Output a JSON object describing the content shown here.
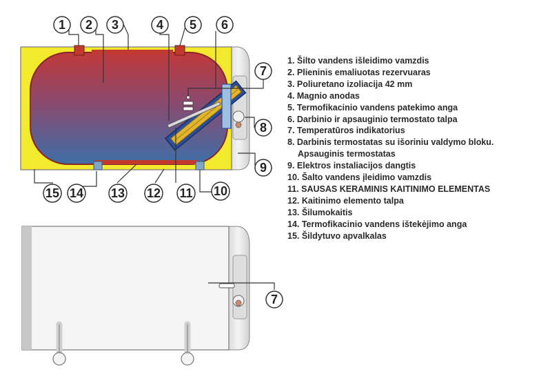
{
  "colors": {
    "casing": "#f3ea2e",
    "tank_gradient_top": "#c0393b",
    "tank_gradient_bottom": "#3e6fa8",
    "heating_element": "#2a4f9e",
    "exchanger": "#e3b52e",
    "shell": "#e6e6e6"
  },
  "callouts": [
    {
      "n": "1"
    },
    {
      "n": "2"
    },
    {
      "n": "3"
    },
    {
      "n": "4"
    },
    {
      "n": "5"
    },
    {
      "n": "6"
    },
    {
      "n": "7"
    },
    {
      "n": "8"
    },
    {
      "n": "9"
    },
    {
      "n": "10"
    },
    {
      "n": "11"
    },
    {
      "n": "12"
    },
    {
      "n": "13"
    },
    {
      "n": "14"
    },
    {
      "n": "15"
    },
    {
      "n": "7"
    }
  ],
  "legend": {
    "items": [
      {
        "text": "1. Šilto vandens išleidimo vamzdis"
      },
      {
        "text": "2. Plieninis emaliuotas rezervuaras"
      },
      {
        "text": "3. Poliuretano izoliacija 42 mm"
      },
      {
        "text": "4. Magnio anodas"
      },
      {
        "text": "5. Termofikacinio vandens patekimo anga"
      },
      {
        "text": "6. Darbinio ir apsauginio termostato talpa"
      },
      {
        "text": "7. Temperatūros indikatorius"
      },
      {
        "text": "8. Darbinis termostatas su išoriniu valdymo bloku.",
        "cont": "Apsauginis termostatas"
      },
      {
        "text": "9. Elektros instaliacijos dangtis"
      },
      {
        "text": "10. Šalto vandens įleidimo vamzdis"
      },
      {
        "text": "11. SAUSAS KERAMINIS KAITINIMO ELEMENTAS"
      },
      {
        "text": "12. Kaitinimo elemento talpa"
      },
      {
        "text": "13. Šilumokaitis"
      },
      {
        "text": "14. Termofikacinio vandens ištekėjimo anga"
      },
      {
        "text": "15. Šildytuvo apvalkalas"
      }
    ]
  }
}
